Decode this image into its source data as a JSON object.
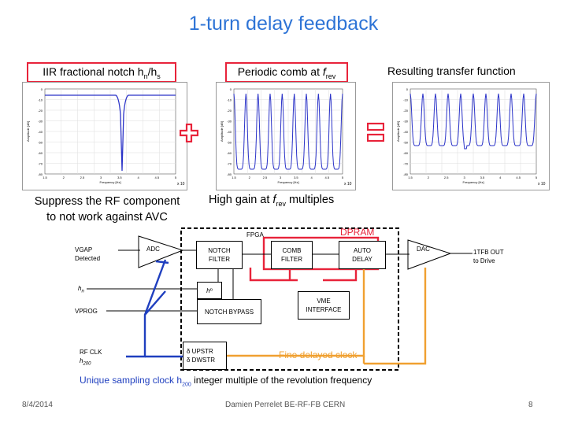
{
  "title": "1-turn delay feedback",
  "labels": {
    "iir_prefix": "IIR fractional notch h",
    "iir_sub1": "n",
    "iir_slash": "/h",
    "iir_sub2": "s",
    "comb_prefix": "Periodic comb at ",
    "comb_f": "f",
    "comb_sub": "rev",
    "resulting": "Resulting transfer function"
  },
  "operators": {
    "plus": "+",
    "equals": "="
  },
  "captions": {
    "suppress_line1": "Suppress the RF component",
    "suppress_line2": "to not work against AVC",
    "highgain_prefix": "High gain at ",
    "highgain_f": "f",
    "highgain_sub": "rev",
    "highgain_suffix": " multiples"
  },
  "diagram": {
    "fpga": "FPGA",
    "dpram": "DPRAM",
    "vgap_line1": "VGAP",
    "vgap_line2": "Detected",
    "adc": "ADC",
    "notch_line1": "NOTCH",
    "notch_line2": "FILTER",
    "comb_line1": "COMB",
    "comb_line2": "FILTER",
    "auto_line1": "AUTO",
    "auto_line2": "DELAY",
    "dac": "DAC",
    "out_line1": "1TFB OUT",
    "out_line2": "to Drive",
    "hn_left": "h",
    "hn_left_sub": "n",
    "hn_mid": "h",
    "hn_mid_sub": "n",
    "vprog": "VPROG",
    "notch_bypass": "NOTCH BYPASS",
    "vme_line1": "VME",
    "vme_line2": "INTERFACE",
    "rfclk_line1": "RF CLK",
    "rfclk_line2": "h",
    "rfclk_sub": "200",
    "upstr": "δ UPSTR",
    "dwstr": "δ DWSTR",
    "fine_clock": "Fine delayed clock"
  },
  "unique_clock": {
    "prefix": "Unique sampling clock h",
    "sub": "200",
    "suffix": " integer multiple of the revolution frequency"
  },
  "footer": {
    "date": "8/4/2014",
    "author": "Damien Perrelet BE-RF-FB CERN",
    "page": "8"
  },
  "colors": {
    "title": "#2e74d6",
    "red": "#e8233a",
    "blue": "#1f3fbf",
    "orange": "#f0a030",
    "trace": "#2b33c8"
  },
  "plots": {
    "ylabel": "Amplitude [dB]",
    "xlabel": "Frequency [Hz]",
    "xscale": "x 10",
    "yticks": [
      "0",
      "-10",
      "-20",
      "-30",
      "-40",
      "-50",
      "-60",
      "-70",
      "-80"
    ],
    "xticks": [
      "1.5",
      "2",
      "2.5",
      "3",
      "3.5",
      "4",
      "4.5",
      "5"
    ]
  }
}
